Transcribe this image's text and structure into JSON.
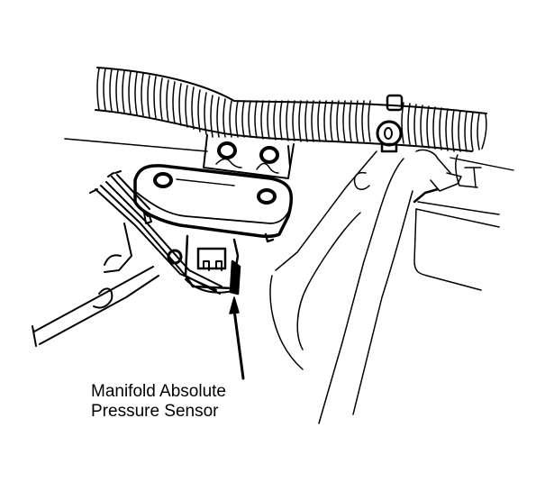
{
  "figure": {
    "subject": "Manifold Absolute Pressure Sensor location",
    "colors": {
      "line": "#000000",
      "background": "#ffffff"
    }
  },
  "callout": {
    "line1": "Manifold Absolute",
    "line2": "Pressure Sensor"
  }
}
